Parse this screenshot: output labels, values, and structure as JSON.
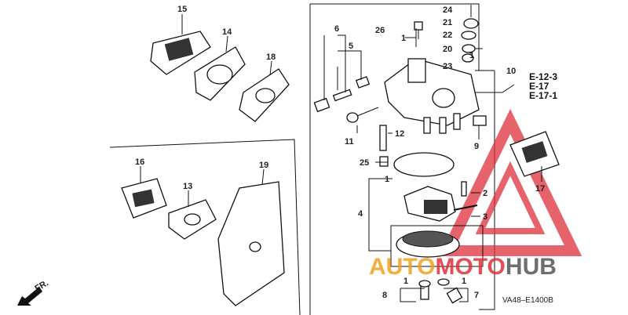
{
  "labels": {
    "p15": "15",
    "p14": "14",
    "p18": "18",
    "p16": "16",
    "p13": "13",
    "p19": "19",
    "p6": "6",
    "p5": "5",
    "p26": "26",
    "p1a": "1",
    "p24": "24",
    "p21": "21",
    "p22": "22",
    "p20": "20",
    "p1b": "1",
    "p23": "23",
    "p10": "10",
    "p11": "11",
    "p12": "12",
    "p9": "9",
    "p25": "25",
    "p1c": "1",
    "p2": "2",
    "p4": "4",
    "p3": "3",
    "p17": "17",
    "p8": "8",
    "p1d": "1",
    "p1e": "1",
    "p7": "7"
  },
  "refs": [
    "E-12-3",
    "E-17",
    "E-17-1"
  ],
  "diagram_code": "VA48–E1400B",
  "direction": "FR.",
  "watermark": {
    "part1": "AUTO",
    "part2": "MOTO",
    "part3": "HUB"
  },
  "colors": {
    "watermark_red": "#e0303a",
    "watermark_orange": "#f0a020",
    "watermark_gray": "#555555"
  }
}
